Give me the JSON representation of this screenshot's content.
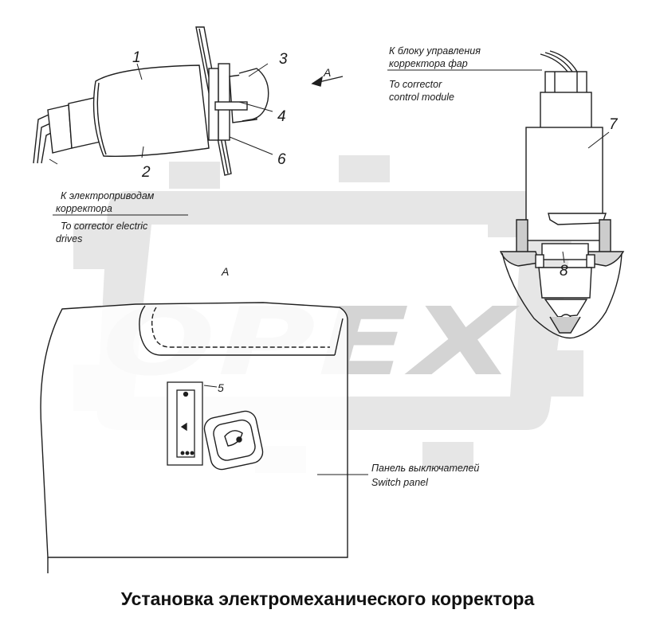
{
  "title": "Установка электромеханического корректора",
  "watermark": {
    "text": "OPEX",
    "color": "#d6d6d6"
  },
  "view_marker": "A",
  "view_label": "A",
  "callouts": [
    "1",
    "2",
    "3",
    "4",
    "5",
    "6",
    "7",
    "8"
  ],
  "captions": {
    "electric_drives_ru_1": "К электроприводам",
    "electric_drives_ru_2": "корректора",
    "electric_drives_en_1": "To corrector electric",
    "electric_drives_en_2": "drives",
    "control_module_ru_1": "К блоку управления",
    "control_module_ru_2": "корректора фар",
    "control_module_en_1": "To corrector",
    "control_module_en_2": "control module",
    "switch_panel_ru": "Панель выключателей",
    "switch_panel_en": "Switch panel"
  },
  "icons": [
    "gear-watermark-icon",
    "view-arrow-icon",
    "headlamp-switch-icon"
  ]
}
